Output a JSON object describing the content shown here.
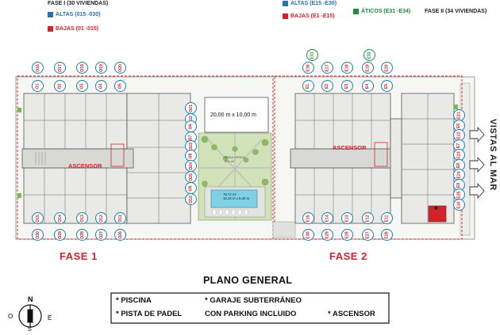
{
  "legend_fase1": {
    "title": "FASE I (30 VIVIENDAS)",
    "altas": "ALTAS (015 -030)",
    "bajas": "BAJAS (01 -015)"
  },
  "legend_fase2": {
    "altas": "ALTAS (E15 -E30)",
    "bajas": "BAJAS (E1 -E15)",
    "aticos": "ÁTICOS (E31 -E34)",
    "title": "FASE II (34 VIVIENDAS)"
  },
  "colors": {
    "blue": "#2a6fb5",
    "red": "#d2232a",
    "green": "#1f8a3c",
    "building": "#e9e9e6",
    "garden": "#cfe2b8",
    "pool": "#7fd0e6"
  },
  "plan": {
    "pool_dims": "20,00 m x 10,00 m",
    "zona_verde": "ZONA VERDE\n600 m²",
    "pool_label": "78,72 m²\n15,30 m x 5,40 m",
    "ascensor1": "ASCENSOR",
    "ascensor2": "ASCENSOR",
    "vistas": "VISTAS AL MAR",
    "fase1": "FASE 1",
    "fase2": "FASE 2",
    "asterisk": "*"
  },
  "units_fase1_top_outer": [
    "O16",
    "O17",
    "O18",
    "O19",
    "O20"
  ],
  "units_fase1_top_inner": [
    "O1",
    "O2",
    "O3",
    "O4",
    "O5"
  ],
  "units_fase1_bottom_inner": [
    "O15",
    "O14",
    "O13",
    "O12",
    "O11"
  ],
  "units_fase1_bottom_outer": [
    "O30",
    "O29",
    "O28",
    "O27",
    "O26"
  ],
  "units_fase1_right": [
    "O21",
    "O22",
    "O6",
    "O7",
    "O23",
    "O8",
    "O24",
    "O25",
    "O9",
    "O10"
  ],
  "units_fase2_top_green": [
    "E31",
    "E32"
  ],
  "units_fase2_top_outer": [
    "E16",
    "E17",
    "E18",
    "E19",
    "E20"
  ],
  "units_fase2_top_inner": [
    "E1",
    "E2",
    "E3",
    "E4",
    "E5"
  ],
  "units_fase2_bottom_inner": [
    "E15",
    "E14",
    "E13",
    "E12",
    "E11"
  ],
  "units_fase2_bottom_outer": [
    "E30",
    "E29",
    "E28",
    "E27",
    "E26"
  ],
  "units_fase2_right": [
    "E21",
    "E6",
    "E22",
    "E7",
    "E23",
    "E8",
    "E24",
    "E9",
    "E25",
    "E10"
  ],
  "title": "PLANO GENERAL",
  "compass": {
    "n": "N",
    "o": "O",
    "e": "E",
    "s": "S"
  },
  "amenities": {
    "piscina": "* PISCINA",
    "padel": "* PISTA DE PADEL",
    "garaje": "* GARAJE SUBTERRÁNEO",
    "parking": "CON PARKING INCLUIDO",
    "ascensor": "* ASCENSOR"
  }
}
